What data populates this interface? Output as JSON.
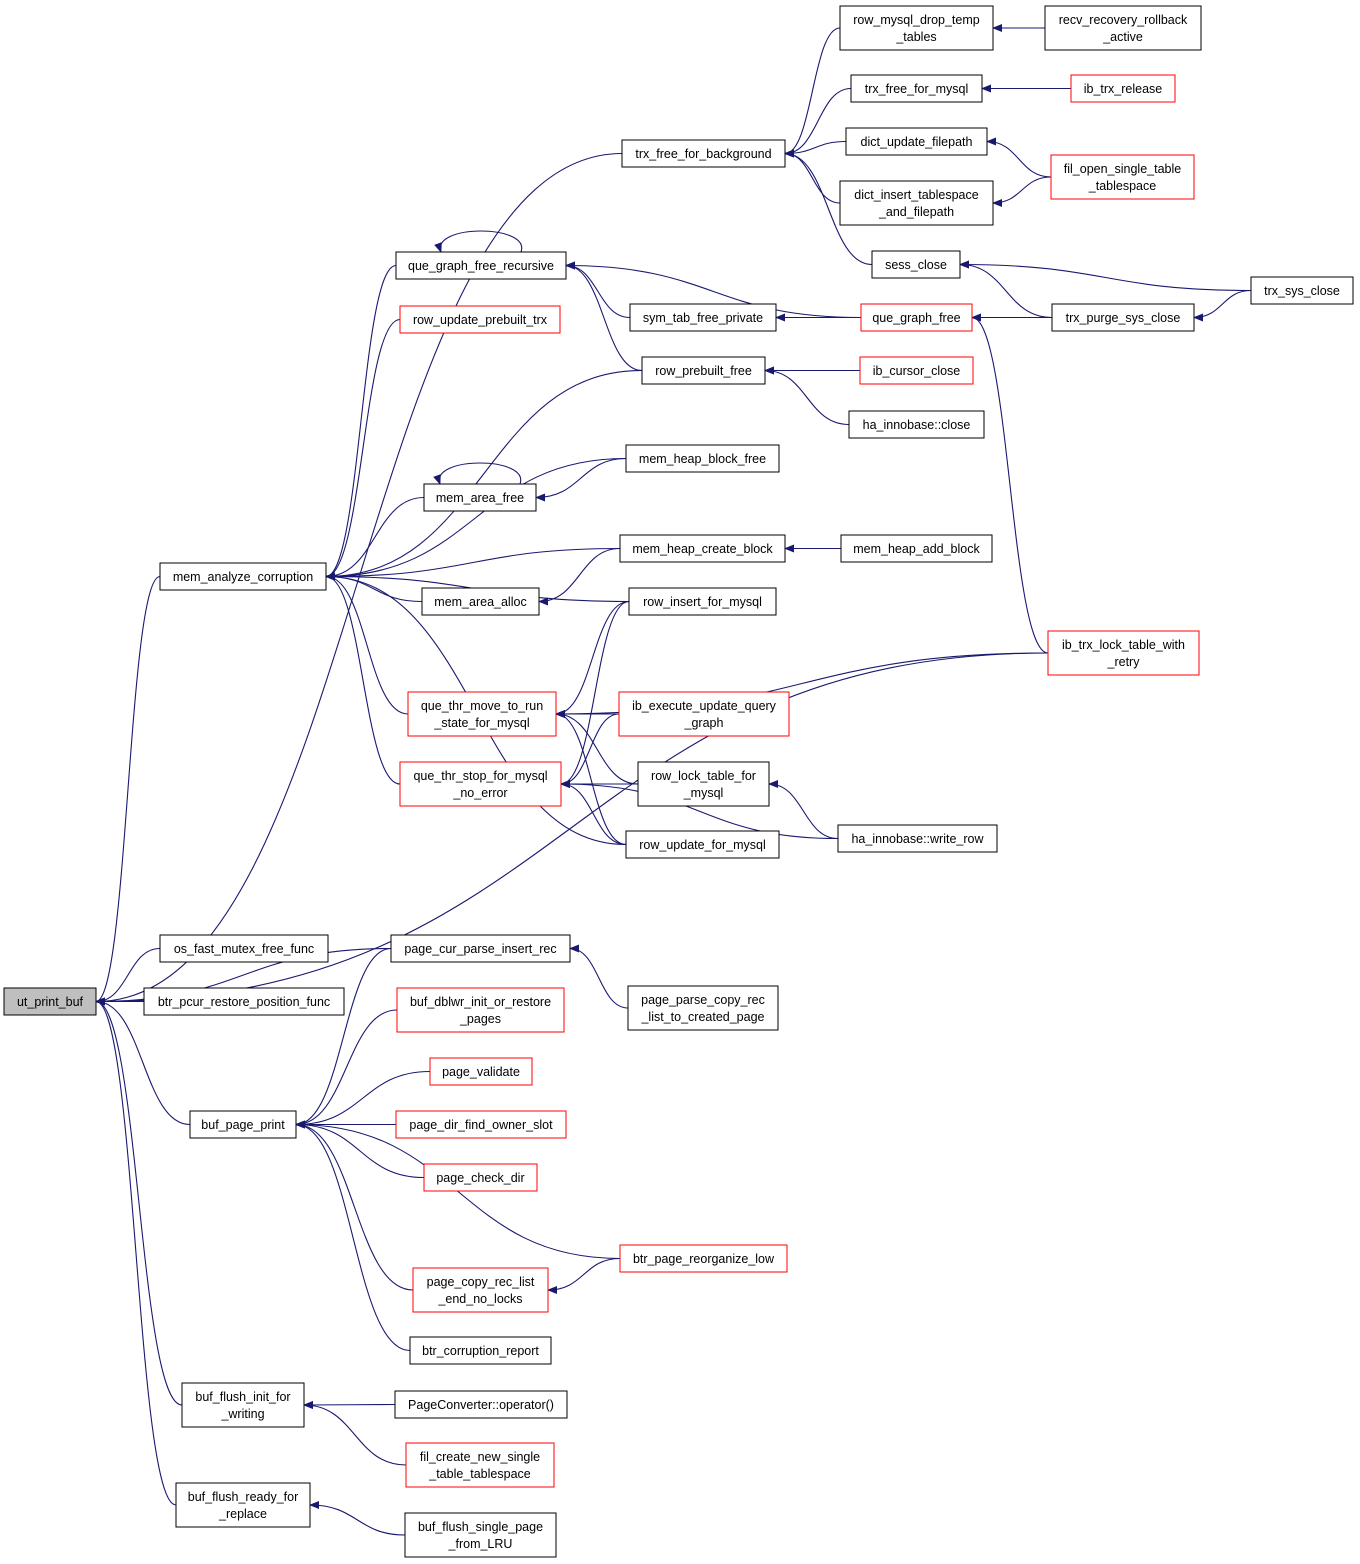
{
  "colors": {
    "edge": "#191970",
    "node_border": "#000000",
    "node_border_truncated": "#ff0000",
    "root_fill": "#bfbfbf",
    "node_fill": "#ffffff"
  },
  "nodes": [
    {
      "id": "ut_print_buf",
      "label": [
        "ut_print_buf"
      ],
      "style": "root"
    },
    {
      "id": "mem_analyze_corruption",
      "label": [
        "mem_analyze_corruption"
      ],
      "style": "normal"
    },
    {
      "id": "os_fast_mutex_free_func",
      "label": [
        "os_fast_mutex_free_func"
      ],
      "style": "normal"
    },
    {
      "id": "btr_pcur_restore_position_func",
      "label": [
        "btr_pcur_restore_position_func"
      ],
      "style": "normal"
    },
    {
      "id": "buf_page_print",
      "label": [
        "buf_page_print"
      ],
      "style": "normal"
    },
    {
      "id": "buf_flush_init_for_writing",
      "label": [
        "buf_flush_init_for",
        "_writing"
      ],
      "style": "normal"
    },
    {
      "id": "buf_flush_ready_for_replace",
      "label": [
        "buf_flush_ready_for",
        "_replace"
      ],
      "style": "normal"
    },
    {
      "id": "trx_free_for_background",
      "label": [
        "trx_free_for_background"
      ],
      "style": "normal"
    },
    {
      "id": "que_graph_free_recursive",
      "label": [
        "que_graph_free_recursive"
      ],
      "style": "normal"
    },
    {
      "id": "row_update_prebuilt_trx",
      "label": [
        "row_update_prebuilt_trx"
      ],
      "style": "truncated"
    },
    {
      "id": "mem_area_free",
      "label": [
        "mem_area_free"
      ],
      "style": "normal"
    },
    {
      "id": "mem_area_alloc",
      "label": [
        "mem_area_alloc"
      ],
      "style": "normal"
    },
    {
      "id": "que_thr_move_to_run_state_for_mysql",
      "label": [
        "que_thr_move_to_run",
        "_state_for_mysql"
      ],
      "style": "truncated"
    },
    {
      "id": "que_thr_stop_for_mysql_no_error",
      "label": [
        "que_thr_stop_for_mysql",
        "_no_error"
      ],
      "style": "truncated"
    },
    {
      "id": "page_cur_parse_insert_rec",
      "label": [
        "page_cur_parse_insert_rec"
      ],
      "style": "normal"
    },
    {
      "id": "buf_dblwr_init_or_restore_pages",
      "label": [
        "buf_dblwr_init_or_restore",
        "_pages"
      ],
      "style": "truncated"
    },
    {
      "id": "page_validate",
      "label": [
        "page_validate"
      ],
      "style": "truncated"
    },
    {
      "id": "page_dir_find_owner_slot",
      "label": [
        "page_dir_find_owner_slot"
      ],
      "style": "truncated"
    },
    {
      "id": "page_check_dir",
      "label": [
        "page_check_dir"
      ],
      "style": "truncated"
    },
    {
      "id": "page_copy_rec_list_end_no_locks",
      "label": [
        "page_copy_rec_list",
        "_end_no_locks"
      ],
      "style": "truncated"
    },
    {
      "id": "btr_corruption_report",
      "label": [
        "btr_corruption_report"
      ],
      "style": "normal"
    },
    {
      "id": "PageConverter_operator",
      "label": [
        "PageConverter::operator()"
      ],
      "style": "normal"
    },
    {
      "id": "fil_create_new_single_table_tablespace",
      "label": [
        "fil_create_new_single",
        "_table_tablespace"
      ],
      "style": "truncated"
    },
    {
      "id": "buf_flush_single_page_from_LRU",
      "label": [
        "buf_flush_single_page",
        "_from_LRU"
      ],
      "style": "normal"
    },
    {
      "id": "row_mysql_drop_temp_tables",
      "label": [
        "row_mysql_drop_temp",
        "_tables"
      ],
      "style": "normal"
    },
    {
      "id": "trx_free_for_mysql",
      "label": [
        "trx_free_for_mysql"
      ],
      "style": "normal"
    },
    {
      "id": "dict_update_filepath",
      "label": [
        "dict_update_filepath"
      ],
      "style": "normal"
    },
    {
      "id": "dict_insert_tablespace_and_filepath",
      "label": [
        "dict_insert_tablespace",
        "_and_filepath"
      ],
      "style": "normal"
    },
    {
      "id": "sess_close",
      "label": [
        "sess_close"
      ],
      "style": "normal"
    },
    {
      "id": "sym_tab_free_private",
      "label": [
        "sym_tab_free_private"
      ],
      "style": "normal"
    },
    {
      "id": "row_prebuilt_free",
      "label": [
        "row_prebuilt_free"
      ],
      "style": "normal"
    },
    {
      "id": "mem_heap_block_free",
      "label": [
        "mem_heap_block_free"
      ],
      "style": "normal"
    },
    {
      "id": "mem_heap_create_block",
      "label": [
        "mem_heap_create_block"
      ],
      "style": "normal"
    },
    {
      "id": "row_insert_for_mysql",
      "label": [
        "row_insert_for_mysql"
      ],
      "style": "normal"
    },
    {
      "id": "ib_execute_update_query_graph",
      "label": [
        "ib_execute_update_query",
        "_graph"
      ],
      "style": "truncated"
    },
    {
      "id": "row_lock_table_for_mysql",
      "label": [
        "row_lock_table_for",
        "_mysql"
      ],
      "style": "normal"
    },
    {
      "id": "row_update_for_mysql",
      "label": [
        "row_update_for_mysql"
      ],
      "style": "normal"
    },
    {
      "id": "page_parse_copy_rec_list_to_created_page",
      "label": [
        "page_parse_copy_rec",
        "_list_to_created_page"
      ],
      "style": "normal"
    },
    {
      "id": "btr_page_reorganize_low",
      "label": [
        "btr_page_reorganize_low"
      ],
      "style": "truncated"
    },
    {
      "id": "recv_recovery_rollback_active",
      "label": [
        "recv_recovery_rollback",
        "_active"
      ],
      "style": "normal"
    },
    {
      "id": "ib_trx_release",
      "label": [
        "ib_trx_release"
      ],
      "style": "truncated"
    },
    {
      "id": "fil_open_single_table_tablespace",
      "label": [
        "fil_open_single_table",
        "_tablespace"
      ],
      "style": "truncated"
    },
    {
      "id": "que_graph_free",
      "label": [
        "que_graph_free"
      ],
      "style": "truncated"
    },
    {
      "id": "ib_cursor_close",
      "label": [
        "ib_cursor_close"
      ],
      "style": "truncated"
    },
    {
      "id": "ha_innobase_close",
      "label": [
        "ha_innobase::close"
      ],
      "style": "normal"
    },
    {
      "id": "mem_heap_add_block",
      "label": [
        "mem_heap_add_block"
      ],
      "style": "normal"
    },
    {
      "id": "ha_innobase_write_row",
      "label": [
        "ha_innobase::write_row"
      ],
      "style": "normal"
    },
    {
      "id": "ib_trx_lock_table_with_retry",
      "label": [
        "ib_trx_lock_table_with",
        "_retry"
      ],
      "style": "truncated"
    },
    {
      "id": "trx_purge_sys_close",
      "label": [
        "trx_purge_sys_close"
      ],
      "style": "normal"
    },
    {
      "id": "trx_sys_close",
      "label": [
        "trx_sys_close"
      ],
      "style": "normal"
    }
  ],
  "edges": [
    [
      "ut_print_buf",
      "trx_free_for_background"
    ],
    [
      "ut_print_buf",
      "mem_analyze_corruption"
    ],
    [
      "ut_print_buf",
      "os_fast_mutex_free_func"
    ],
    [
      "ut_print_buf",
      "btr_pcur_restore_position_func"
    ],
    [
      "ut_print_buf",
      "ib_trx_lock_table_with_retry"
    ],
    [
      "ut_print_buf",
      "page_cur_parse_insert_rec"
    ],
    [
      "ut_print_buf",
      "buf_page_print"
    ],
    [
      "ut_print_buf",
      "buf_flush_init_for_writing"
    ],
    [
      "ut_print_buf",
      "buf_flush_ready_for_replace"
    ],
    [
      "trx_free_for_background",
      "row_mysql_drop_temp_tables"
    ],
    [
      "trx_free_for_background",
      "trx_free_for_mysql"
    ],
    [
      "trx_free_for_background",
      "dict_update_filepath"
    ],
    [
      "trx_free_for_background",
      "dict_insert_tablespace_and_filepath"
    ],
    [
      "trx_free_for_background",
      "sess_close"
    ],
    [
      "row_mysql_drop_temp_tables",
      "recv_recovery_rollback_active"
    ],
    [
      "trx_free_for_mysql",
      "ib_trx_release"
    ],
    [
      "dict_update_filepath",
      "fil_open_single_table_tablespace"
    ],
    [
      "dict_insert_tablespace_and_filepath",
      "fil_open_single_table_tablespace"
    ],
    [
      "sess_close",
      "trx_sys_close"
    ],
    [
      "sess_close",
      "trx_purge_sys_close"
    ],
    [
      "trx_purge_sys_close",
      "trx_sys_close"
    ],
    [
      "mem_analyze_corruption",
      "que_graph_free_recursive"
    ],
    [
      "mem_analyze_corruption",
      "row_update_prebuilt_trx"
    ],
    [
      "mem_analyze_corruption",
      "row_prebuilt_free"
    ],
    [
      "mem_analyze_corruption",
      "mem_heap_block_free"
    ],
    [
      "mem_analyze_corruption",
      "mem_area_free"
    ],
    [
      "mem_analyze_corruption",
      "mem_heap_create_block"
    ],
    [
      "mem_analyze_corruption",
      "mem_area_alloc"
    ],
    [
      "mem_analyze_corruption",
      "row_insert_for_mysql"
    ],
    [
      "mem_analyze_corruption",
      "que_thr_move_to_run_state_for_mysql"
    ],
    [
      "mem_analyze_corruption",
      "que_thr_stop_for_mysql_no_error"
    ],
    [
      "mem_analyze_corruption",
      "row_update_for_mysql"
    ],
    [
      "que_graph_free_recursive",
      "que_graph_free_recursive"
    ],
    [
      "que_graph_free_recursive",
      "sym_tab_free_private"
    ],
    [
      "que_graph_free_recursive",
      "row_prebuilt_free"
    ],
    [
      "que_graph_free_recursive",
      "que_graph_free"
    ],
    [
      "sym_tab_free_private",
      "que_graph_free"
    ],
    [
      "que_graph_free",
      "trx_purge_sys_close"
    ],
    [
      "que_graph_free",
      "ib_trx_lock_table_with_retry"
    ],
    [
      "row_prebuilt_free",
      "ib_cursor_close"
    ],
    [
      "row_prebuilt_free",
      "ha_innobase_close"
    ],
    [
      "mem_area_free",
      "mem_area_free"
    ],
    [
      "mem_area_free",
      "mem_heap_block_free"
    ],
    [
      "mem_heap_create_block",
      "mem_heap_add_block"
    ],
    [
      "mem_area_alloc",
      "mem_heap_create_block"
    ],
    [
      "que_thr_move_to_run_state_for_mysql",
      "row_insert_for_mysql"
    ],
    [
      "que_thr_move_to_run_state_for_mysql",
      "ib_execute_update_query_graph"
    ],
    [
      "que_thr_move_to_run_state_for_mysql",
      "row_lock_table_for_mysql"
    ],
    [
      "que_thr_move_to_run_state_for_mysql",
      "row_update_for_mysql"
    ],
    [
      "que_thr_move_to_run_state_for_mysql",
      "ib_trx_lock_table_with_retry"
    ],
    [
      "que_thr_stop_for_mysql_no_error",
      "row_insert_for_mysql"
    ],
    [
      "que_thr_stop_for_mysql_no_error",
      "ib_execute_update_query_graph"
    ],
    [
      "que_thr_stop_for_mysql_no_error",
      "row_lock_table_for_mysql"
    ],
    [
      "que_thr_stop_for_mysql_no_error",
      "row_update_for_mysql"
    ],
    [
      "que_thr_stop_for_mysql_no_error",
      "ha_innobase_write_row"
    ],
    [
      "row_lock_table_for_mysql",
      "ha_innobase_write_row"
    ],
    [
      "page_cur_parse_insert_rec",
      "page_parse_copy_rec_list_to_created_page"
    ],
    [
      "buf_page_print",
      "page_cur_parse_insert_rec"
    ],
    [
      "buf_page_print",
      "buf_dblwr_init_or_restore_pages"
    ],
    [
      "buf_page_print",
      "page_validate"
    ],
    [
      "buf_page_print",
      "page_dir_find_owner_slot"
    ],
    [
      "buf_page_print",
      "page_check_dir"
    ],
    [
      "buf_page_print",
      "btr_page_reorganize_low"
    ],
    [
      "buf_page_print",
      "page_copy_rec_list_end_no_locks"
    ],
    [
      "buf_page_print",
      "btr_corruption_report"
    ],
    [
      "page_copy_rec_list_end_no_locks",
      "btr_page_reorganize_low"
    ],
    [
      "buf_flush_init_for_writing",
      "PageConverter_operator"
    ],
    [
      "buf_flush_init_for_writing",
      "fil_create_new_single_table_tablespace"
    ],
    [
      "buf_flush_ready_for_replace",
      "buf_flush_single_page_from_LRU"
    ]
  ]
}
